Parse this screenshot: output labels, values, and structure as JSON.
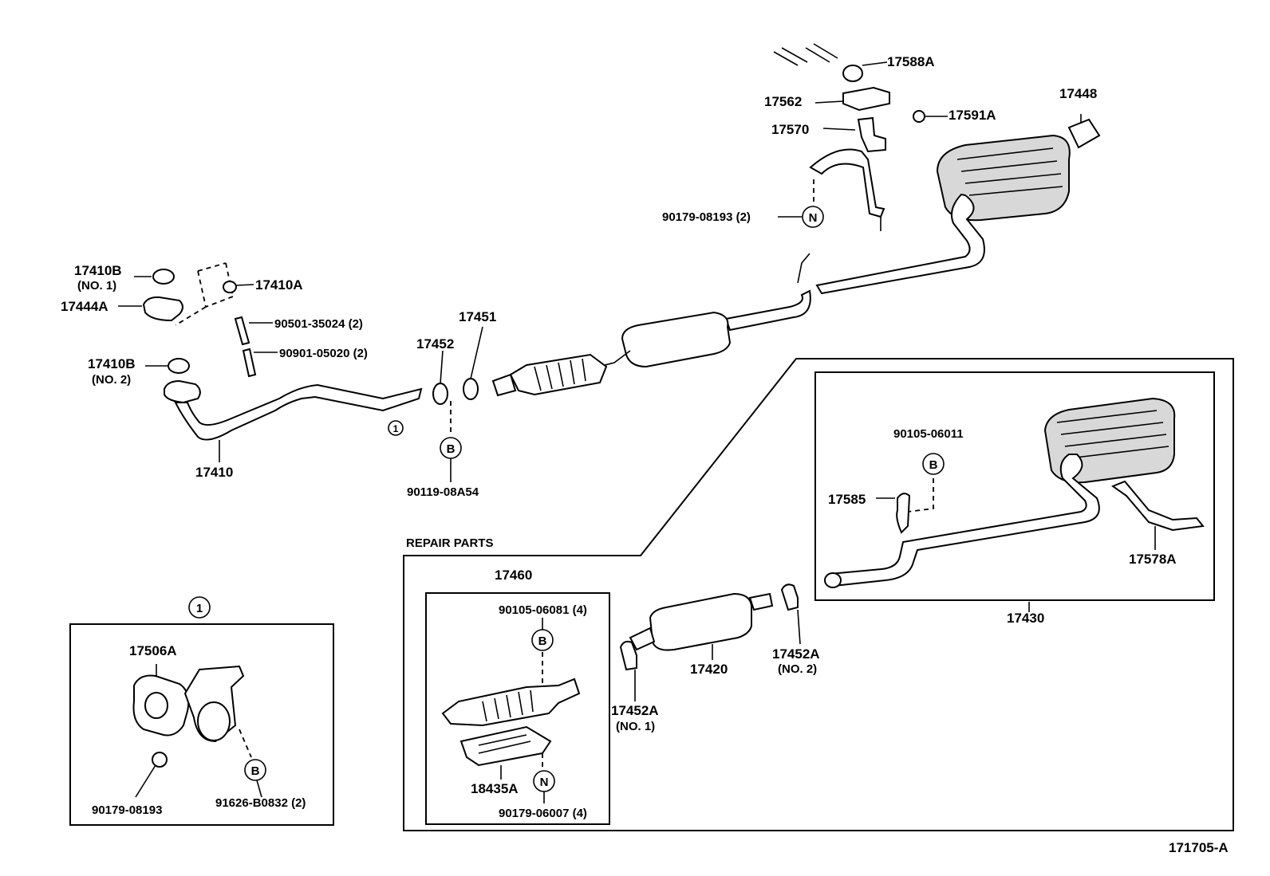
{
  "diagram_id": "171705-A",
  "section_repair": "REPAIR PARTS",
  "detail_marker": "1",
  "fastener_b": "B",
  "fastener_n": "N",
  "labels": {
    "p17588A": "17588A",
    "p17562": "17562",
    "p17591A": "17591A",
    "p17448": "17448",
    "p17570": "17570",
    "p90179_08193_2": "90179-08193 (2)",
    "p17410B": "17410B",
    "no1": "(NO. 1)",
    "p17410A": "17410A",
    "p17444A": "17444A",
    "p90501": "90501-35024 (2)",
    "p90901": "90901-05020 (2)",
    "p17410B_2": "17410B",
    "no2": "(NO. 2)",
    "p17452": "17452",
    "p17451": "17451",
    "p17410": "17410",
    "p90119": "90119-08A54",
    "p90105_06011": "90105-06011",
    "p17585": "17585",
    "p17578A": "17578A",
    "p17430": "17430",
    "p17460": "17460",
    "p90105_06081": "90105-06081 (4)",
    "p18435A": "18435A",
    "p90179_06007": "90179-06007 (4)",
    "p17420": "17420",
    "p17452A_2": "17452A",
    "no2b": "(NO. 2)",
    "p17452A_1": "17452A",
    "no1b": "(NO. 1)",
    "p17506A": "17506A",
    "p90179_08193": "90179-08193",
    "p91626": "91626-B0832 (2)"
  }
}
